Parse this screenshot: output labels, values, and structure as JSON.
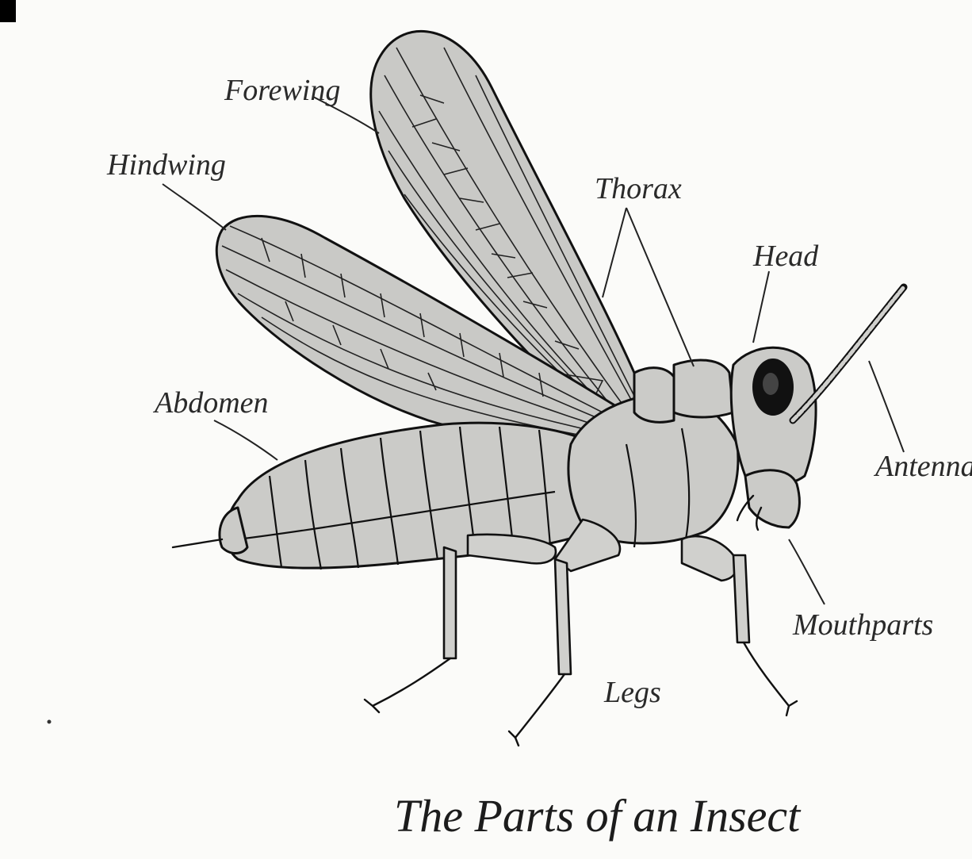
{
  "caption": "The Parts of an Insect",
  "labels": {
    "forewing": "Forewing",
    "hindwing": "Hindwing",
    "thorax": "Thorax",
    "head": "Head",
    "abdomen": "Abdomen",
    "antennae": "Antennae",
    "mouthparts": "Mouthparts",
    "legs": "Legs"
  },
  "colors": {
    "background": "#fbfbf9",
    "body_fill": "#cbcbc8",
    "outline": "#111111",
    "label_text": "#2a2a2a"
  }
}
